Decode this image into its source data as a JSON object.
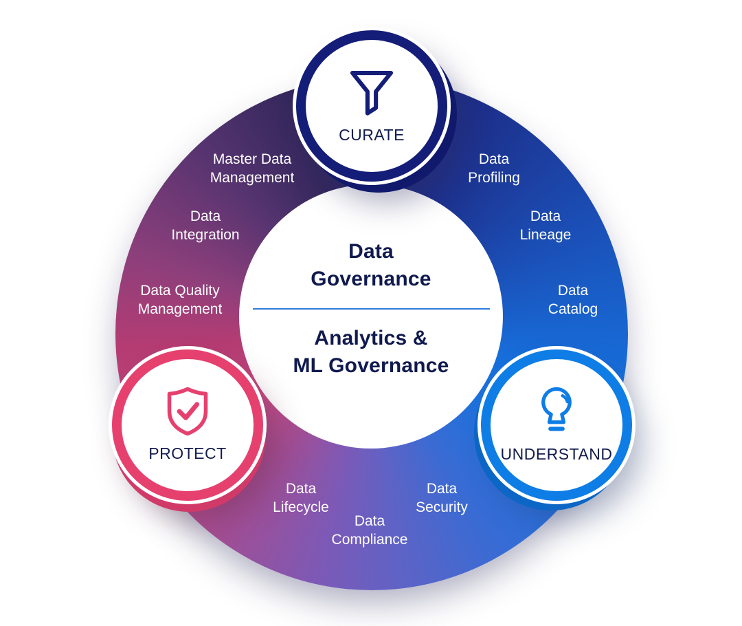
{
  "diagram": {
    "title": "Data Governance ring diagram",
    "center": {
      "primary": "Data\nGovernance",
      "secondary": "Analytics &\nML Governance"
    },
    "nodes": {
      "curate": {
        "label": "CURATE",
        "icon": "funnel-icon",
        "color": "#141e78"
      },
      "protect": {
        "label": "PROTECT",
        "icon": "shield-check-icon",
        "color": "#e6406f"
      },
      "understand": {
        "label": "UNDERSTAND",
        "icon": "lightbulb-icon",
        "color": "#0e7de6"
      }
    },
    "labels": {
      "master_data_management": "Master Data\nManagement",
      "data_integration": "Data\nIntegration",
      "data_quality_management": "Data Quality\nManagement",
      "data_profiling": "Data\nProfiling",
      "data_lineage": "Data\nLineage",
      "data_catalog": "Data\nCatalog",
      "data_lifecycle": "Data\nLifecycle",
      "data_compliance": "Data\nCompliance",
      "data_security": "Data\nSecurity"
    },
    "colors": {
      "center_text": "#101a4e",
      "divider": "#2e7ce0",
      "label_text": "#ffffff",
      "ring_gradient_clockwise_from_top": [
        "#1c2270",
        "#1b4db4",
        "#176fdc",
        "#3a6bd3",
        "#7a5ab8",
        "#c44a80",
        "#b53c73",
        "#573470",
        "#1c2270"
      ]
    }
  }
}
